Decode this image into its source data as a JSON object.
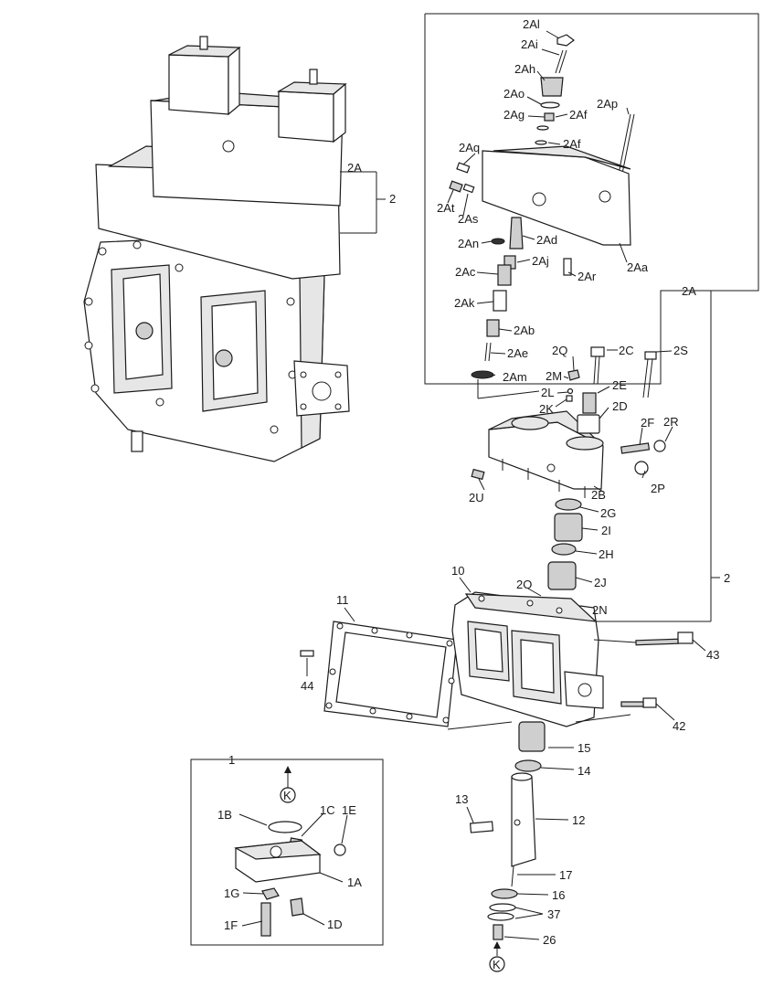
{
  "labels": {
    "2Al": "2Al",
    "2Ai": "2Ai",
    "2Ah": "2Ah",
    "2Ao": "2Ao",
    "2Ag": "2Ag",
    "2Af_a": "2Af",
    "2Ap": "2Ap",
    "2Af_b": "2Af",
    "2Aq": "2Aq",
    "2At": "2At",
    "2As": "2As",
    "2An": "2An",
    "2Ad": "2Ad",
    "2Aj": "2Aj",
    "2Ac": "2Ac",
    "2Ar": "2Ar",
    "2Aa": "2Aa",
    "2Ak": "2Ak",
    "2Ab": "2Ab",
    "2Ae": "2Ae",
    "2Am": "2Am",
    "2A_top": "2A",
    "2_top": "2",
    "2A_side": "2A",
    "2_side": "2",
    "2Q": "2Q",
    "2C": "2C",
    "2S": "2S",
    "2M": "2M",
    "2E": "2E",
    "2L": "2L",
    "2K": "2K",
    "2D": "2D",
    "2F": "2F",
    "2R": "2R",
    "2B": "2B",
    "2P": "2P",
    "2U": "2U",
    "2G": "2G",
    "2I": "2I",
    "2H": "2H",
    "2J": "2J",
    "2O": "2O",
    "2N": "2N",
    "11": "11",
    "10": "10",
    "43": "43",
    "44": "44",
    "42": "42",
    "15": "15",
    "14": "14",
    "13": "13",
    "12": "12",
    "17": "17",
    "16": "16",
    "37": "37",
    "26": "26",
    "1": "1",
    "1B": "1B",
    "1C": "1C",
    "1E": "1E",
    "1A": "1A",
    "1G": "1G",
    "1D": "1D",
    "1F": "1F",
    "K_top": "K",
    "K_bottom": "K"
  },
  "colors": {
    "line": "#1a1a1a",
    "fill_light": "#e6e6e6",
    "fill_mid": "#cfcfcf",
    "background": "#ffffff"
  }
}
